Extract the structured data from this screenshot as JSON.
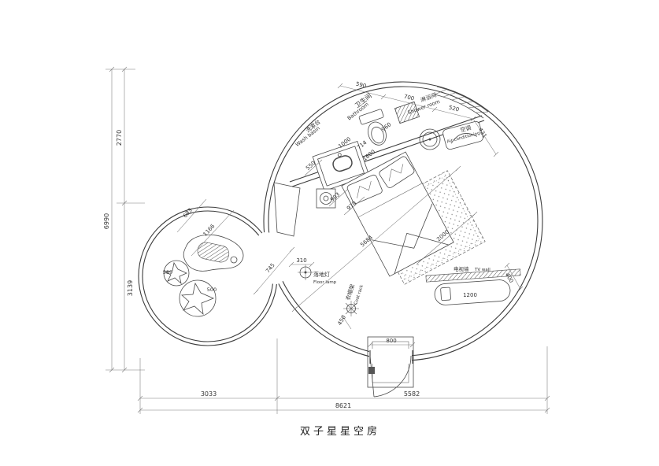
{
  "title": "双子星星空房",
  "labels": {
    "bathroom_zh": "卫生间",
    "bathroom_en": "Bathroom",
    "washbasin_zh": "洗漱台",
    "washbasin_en": "Wash basin",
    "shower_zh": "淋浴间",
    "shower_en": "Shower room",
    "ac_zh": "空调",
    "ac_en": "Air conditioning",
    "floorlamp_zh": "落地灯",
    "floorlamp_en": "Floor lamp",
    "coatrack_zh": "衣帽架",
    "coatrack_en": "Coat rack",
    "tvwall_zh": "电视墙",
    "tvwall_en": "TV wall"
  },
  "dims": {
    "overall_height": "6990",
    "upper_height": "2770",
    "lower_height": "3139",
    "overall_width": "8621",
    "left_width": "3033",
    "right_width": "5582",
    "bath1": "590",
    "bath2": "700",
    "bath3": "520",
    "bath4": "421",
    "vanity_offset": "550",
    "vanity_width": "1000",
    "gap1": "714",
    "toilet_w": "960",
    "seg2": "1600",
    "night1": "903",
    "night2": "970",
    "bed_w": "2000",
    "room_diag": "5684",
    "neck": "745",
    "spa1": "1166",
    "spa2": "693",
    "stool1": "589",
    "stool2": "500",
    "lamp_d": "310",
    "rack_d": "450",
    "door_w": "800",
    "tv_len": "1200",
    "tv_dep": "400"
  }
}
